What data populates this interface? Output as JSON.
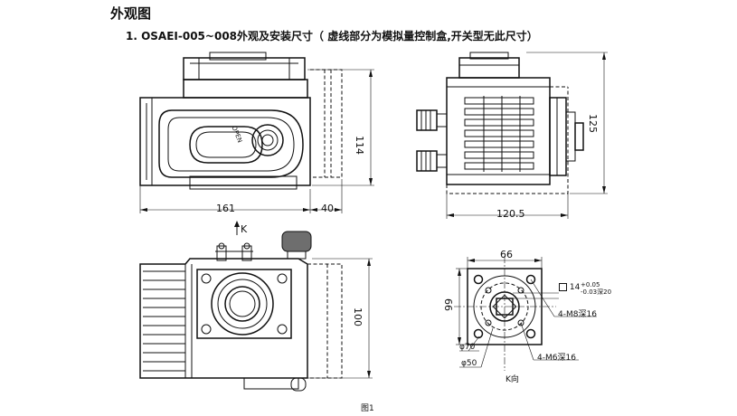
{
  "heading": "外观图",
  "subtitle": "1. OSAEI-005~008外观及安装尺寸（ 虚线部分为模拟量控制盒,开关型无此尺寸）",
  "front_view": {
    "width": "161",
    "extension": "40",
    "height": "114"
  },
  "side_view": {
    "width": "120.5",
    "height": "125"
  },
  "top_view": {
    "view_arrow": "K",
    "height": "100"
  },
  "flange_view": {
    "width": "66",
    "height": "66",
    "square_size": "14",
    "square_tol_upper": "+0.05",
    "square_tol_lower": "-0.03深20",
    "thread_m8": "4-M8深16",
    "thread_m6": "4-M6深16",
    "dia_70": "φ70",
    "dia_50": "φ50",
    "caption": "K向"
  },
  "dial_text": "OPEN",
  "figure_caption": "图1"
}
